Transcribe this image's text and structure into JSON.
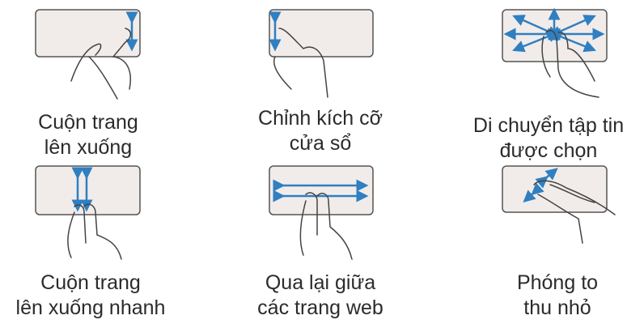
{
  "colors": {
    "pad_fill": "#f1ecea",
    "pad_stroke": "#555555",
    "arrow": "#2f7fc1",
    "hand": "#444444"
  },
  "gestures": [
    {
      "line1": "Cuộn trang",
      "line2": "lên xuống",
      "icon": "vertical-scroll-one-finger"
    },
    {
      "line1": "Chỉnh kích cỡ",
      "line2": "cửa sổ",
      "icon": "edge-resize"
    },
    {
      "line1": "Di chuyển tập tin",
      "line2": "được chọn",
      "icon": "drag-move"
    },
    {
      "line1": "Cuộn trang",
      "line2": "lên xuống nhanh",
      "icon": "two-finger-scroll"
    },
    {
      "line1": "Qua lại giữa",
      "line2": "các trang web",
      "icon": "two-finger-swipe"
    },
    {
      "line1": "Phóng to",
      "line2": "thu nhỏ",
      "icon": "pinch-zoom"
    }
  ]
}
